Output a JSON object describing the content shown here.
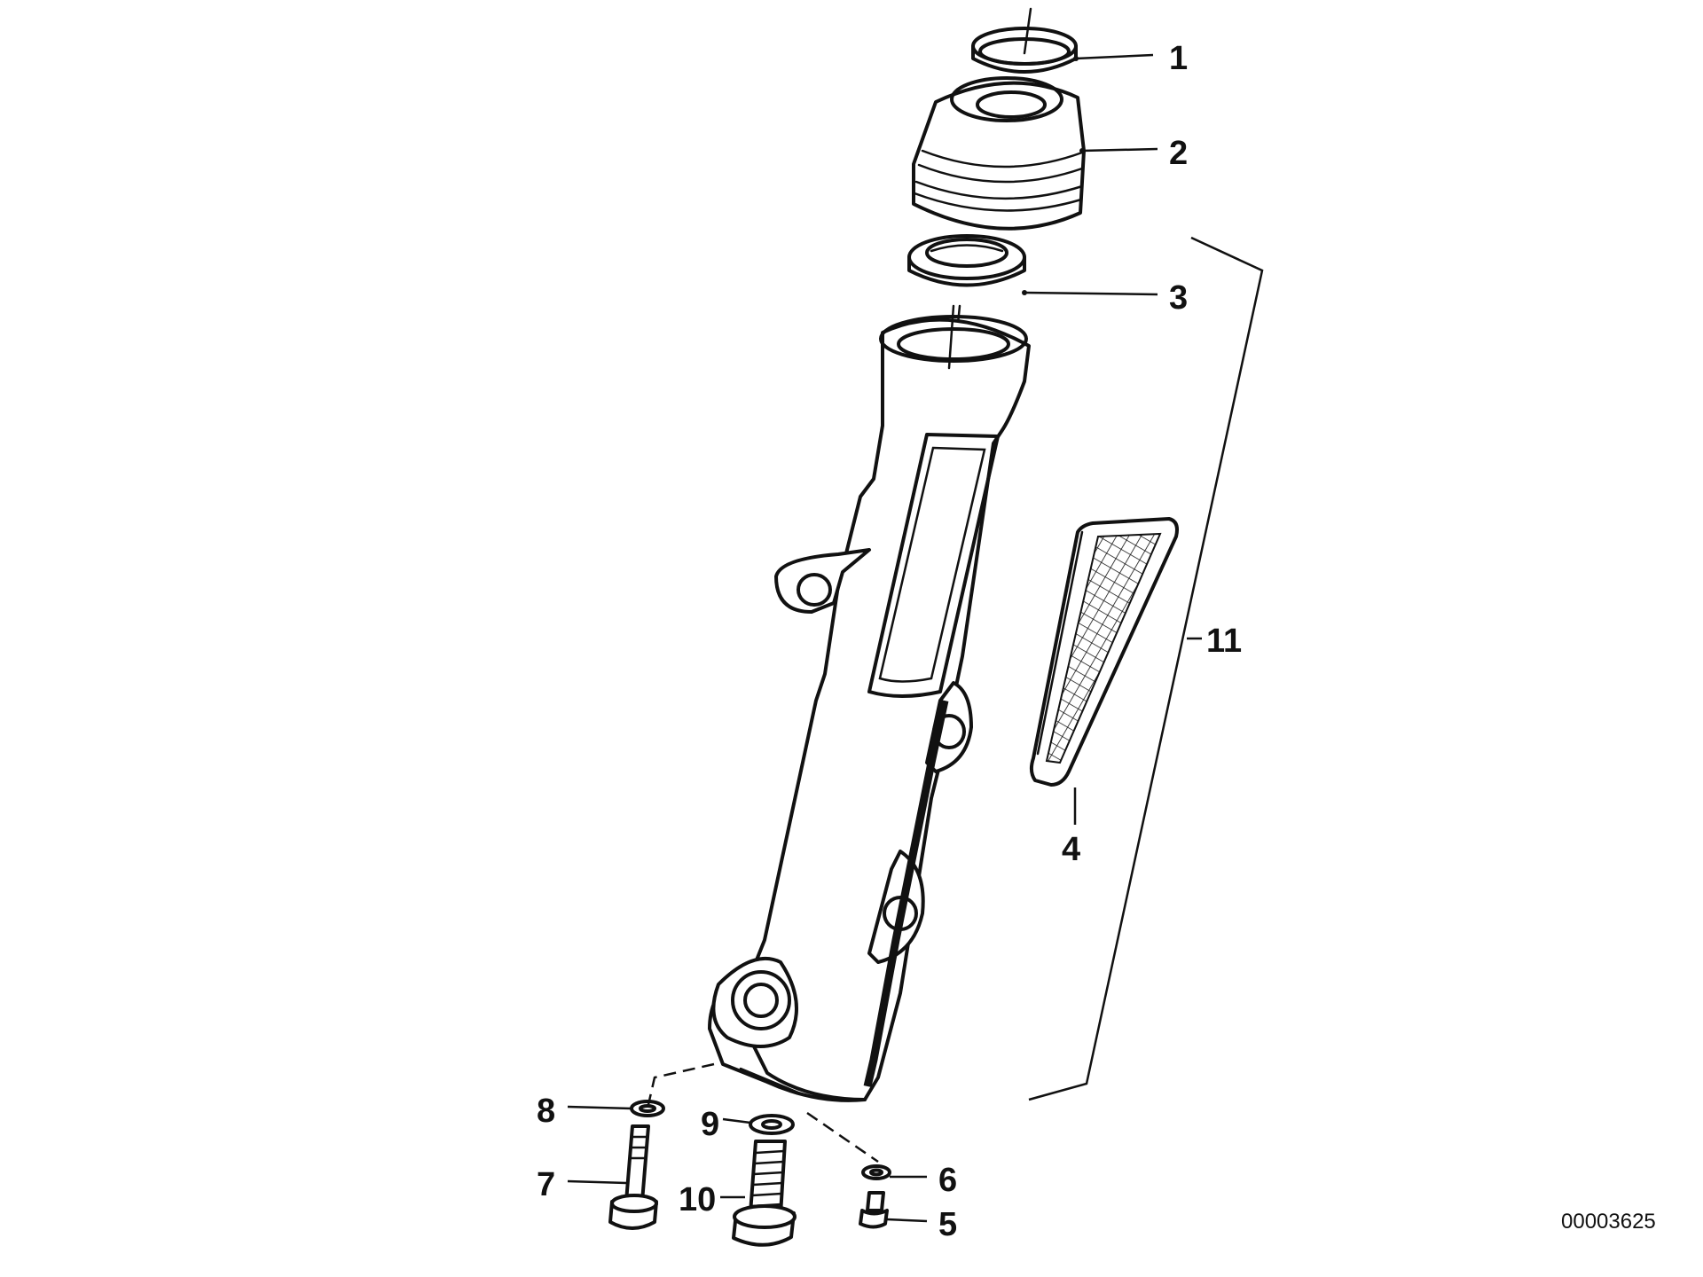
{
  "diagram": {
    "callouts": [
      {
        "id": "1",
        "label": "1"
      },
      {
        "id": "2",
        "label": "2"
      },
      {
        "id": "3",
        "label": "3"
      },
      {
        "id": "4",
        "label": "4"
      },
      {
        "id": "5",
        "label": "5"
      },
      {
        "id": "6",
        "label": "6"
      },
      {
        "id": "7",
        "label": "7"
      },
      {
        "id": "8",
        "label": "8"
      },
      {
        "id": "9",
        "label": "9"
      },
      {
        "id": "10",
        "label": "10"
      },
      {
        "id": "11",
        "label": "11"
      }
    ],
    "reference_code": "00003625"
  }
}
